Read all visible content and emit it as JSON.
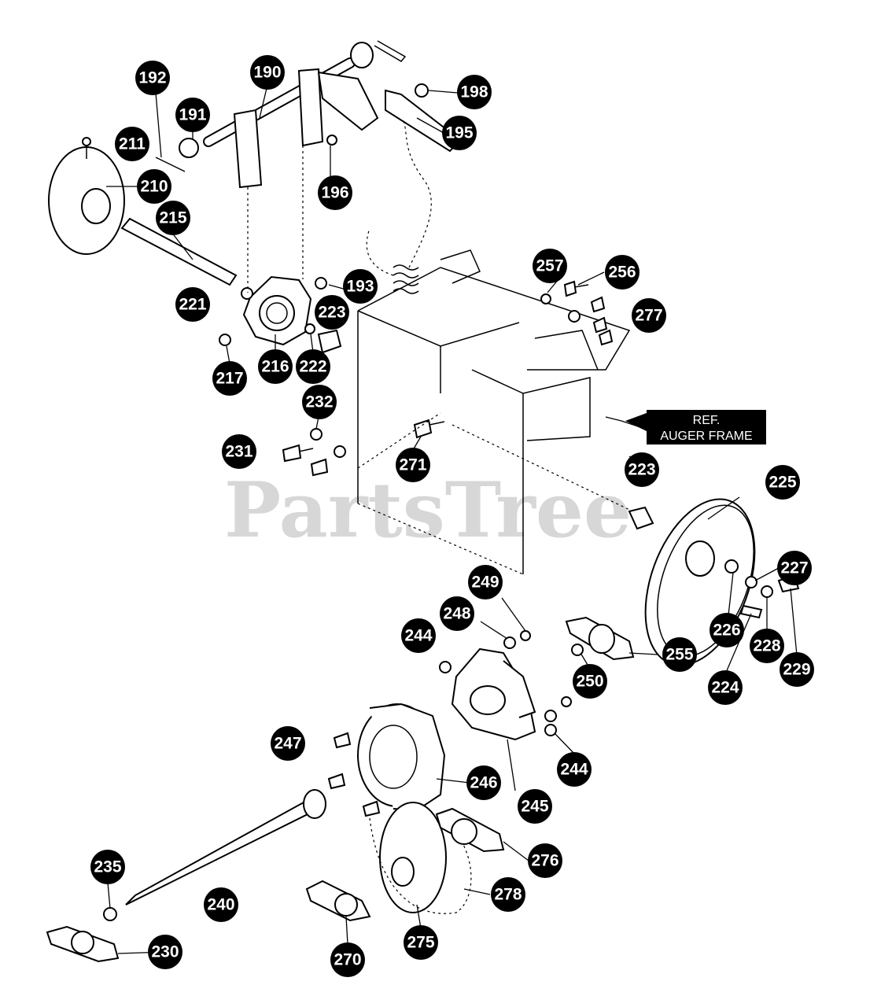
{
  "watermark": "PartsTree",
  "reference_label": {
    "line1": "REF.",
    "line2": "AUGER FRAME"
  },
  "callouts": [
    "190",
    "191",
    "192",
    "193",
    "195",
    "196",
    "198",
    "210",
    "211",
    "215",
    "216",
    "217",
    "221",
    "222",
    "223",
    "223",
    "224",
    "225",
    "226",
    "227",
    "228",
    "229",
    "230",
    "231",
    "232",
    "235",
    "240",
    "244",
    "244",
    "245",
    "246",
    "247",
    "248",
    "249",
    "250",
    "255",
    "256",
    "257",
    "270",
    "271",
    "275",
    "276",
    "277",
    "278"
  ]
}
